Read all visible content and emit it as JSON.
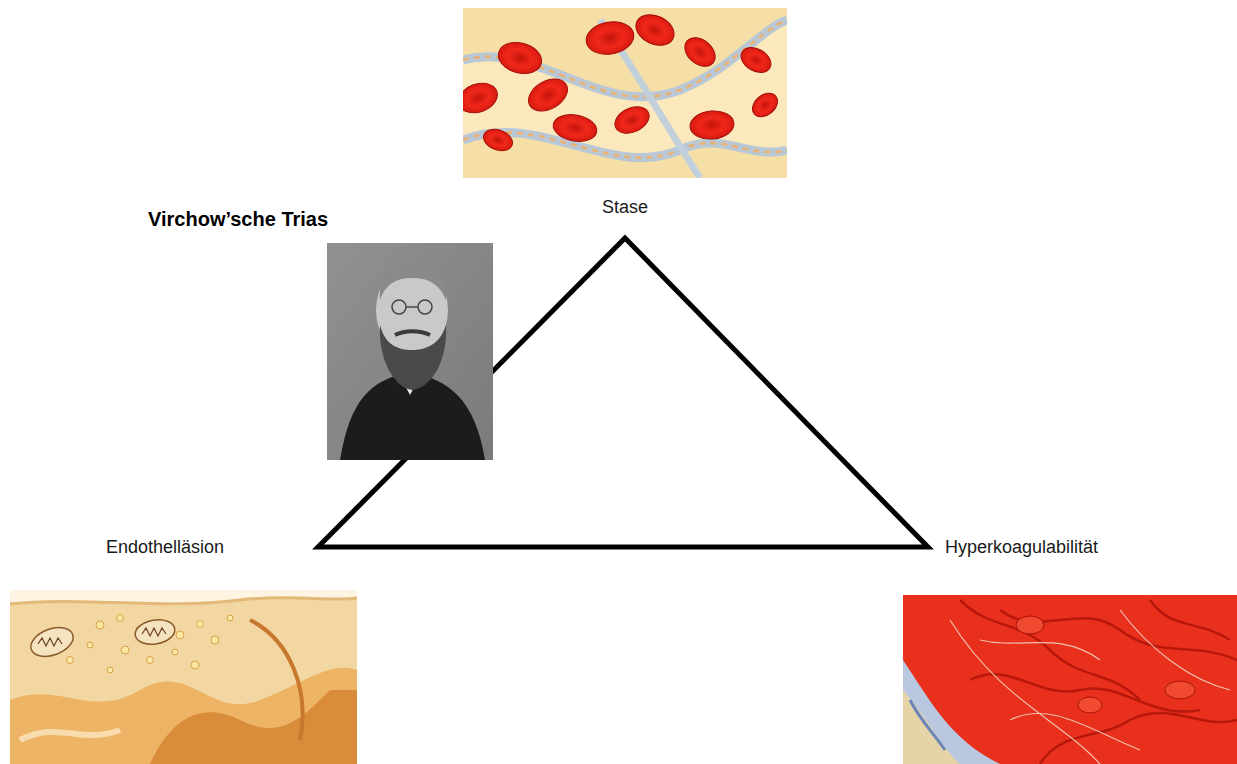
{
  "diagram": {
    "title": "Virchow’sche Trias",
    "labels": [
      "Stase",
      "Endothelläsion",
      "Hyperkoagulabilität"
    ]
  }
}
